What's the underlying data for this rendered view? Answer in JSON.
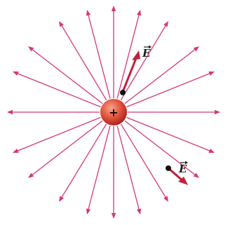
{
  "diagram": {
    "charge_sign": "+",
    "field_labels": [
      {
        "id": "upper",
        "text": "E"
      },
      {
        "id": "lower",
        "text": "E"
      }
    ],
    "colors": {
      "field_line": "#d6367a",
      "field_vector": "#c41e3a",
      "charge_light": "#f4a58a",
      "charge_mid": "#e0503a",
      "charge_dark": "#a51c16",
      "test_point": "#111111"
    }
  }
}
